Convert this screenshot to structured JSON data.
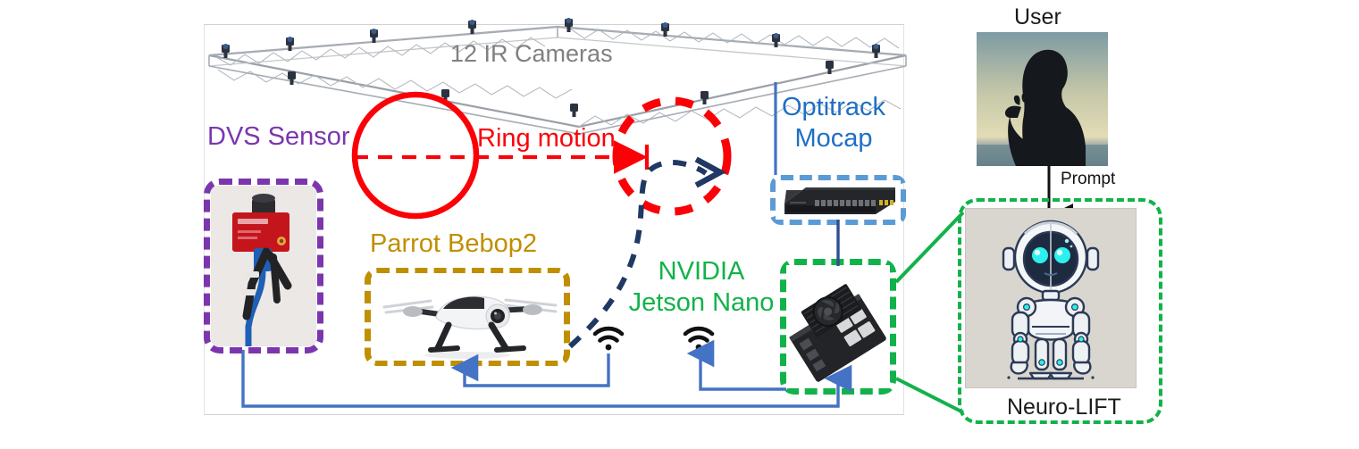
{
  "figure": {
    "type": "system-architecture-diagram",
    "title": "Neuro-LIFT experimental setup"
  },
  "labels": {
    "ir_cameras": "12 IR Cameras",
    "dvs_sensor": "DVS Sensor",
    "ring_motion": "Ring motion",
    "parrot": "Parrot Bebop2",
    "optitrack_line1": "Optitrack",
    "optitrack_line2": "Mocap",
    "nvidia_line1": "NVIDIA",
    "nvidia_line2": "Jetson Nano",
    "user": "User",
    "prompt": "Prompt",
    "neuro_lift": "Neuro-LIFT"
  },
  "icons": {
    "wifi_left": "wifi-icon",
    "wifi_right": "wifi-icon",
    "drone": "quadcopter-drone-icon",
    "switch": "network-switch-icon",
    "jetson": "jetson-nano-board-icon",
    "dvs_camera": "event-camera-on-tripod-icon",
    "user_silhouette": "user-silhouette-icon",
    "robot": "humanoid-robot-icon",
    "truss": "camera-truss-rig-icon"
  },
  "colors": {
    "purple": "#7B36AE",
    "red": "#FB0007",
    "gold": "#BF8F00",
    "blue": "#5B9BD5",
    "blue_text": "#1F6FC4",
    "green": "#12B24A",
    "navy": "#1F3864",
    "gray_text": "#808080",
    "black": "#111111"
  },
  "connections": [
    {
      "from": "dvs-sensor",
      "to": "jetson-nano",
      "style": "solid-blue-wire"
    },
    {
      "from": "jetson-nano",
      "to": "parrot-bebop2",
      "style": "solid-blue-wire-wifi"
    },
    {
      "from": "optitrack-switch",
      "to": "jetson-nano",
      "style": "solid-navy-wire"
    },
    {
      "from": "optitrack-switch",
      "to": "truss",
      "style": "solid-blue-wire"
    },
    {
      "from": "user",
      "to": "neuro-lift",
      "style": "black-arrow",
      "label": "Prompt"
    },
    {
      "from": "jetson-nano",
      "to": "neuro-lift",
      "style": "green-callout"
    },
    {
      "from": "ring-solid",
      "to": "ring-dashed",
      "style": "red-dashed-arrow",
      "label": "Ring motion"
    }
  ]
}
